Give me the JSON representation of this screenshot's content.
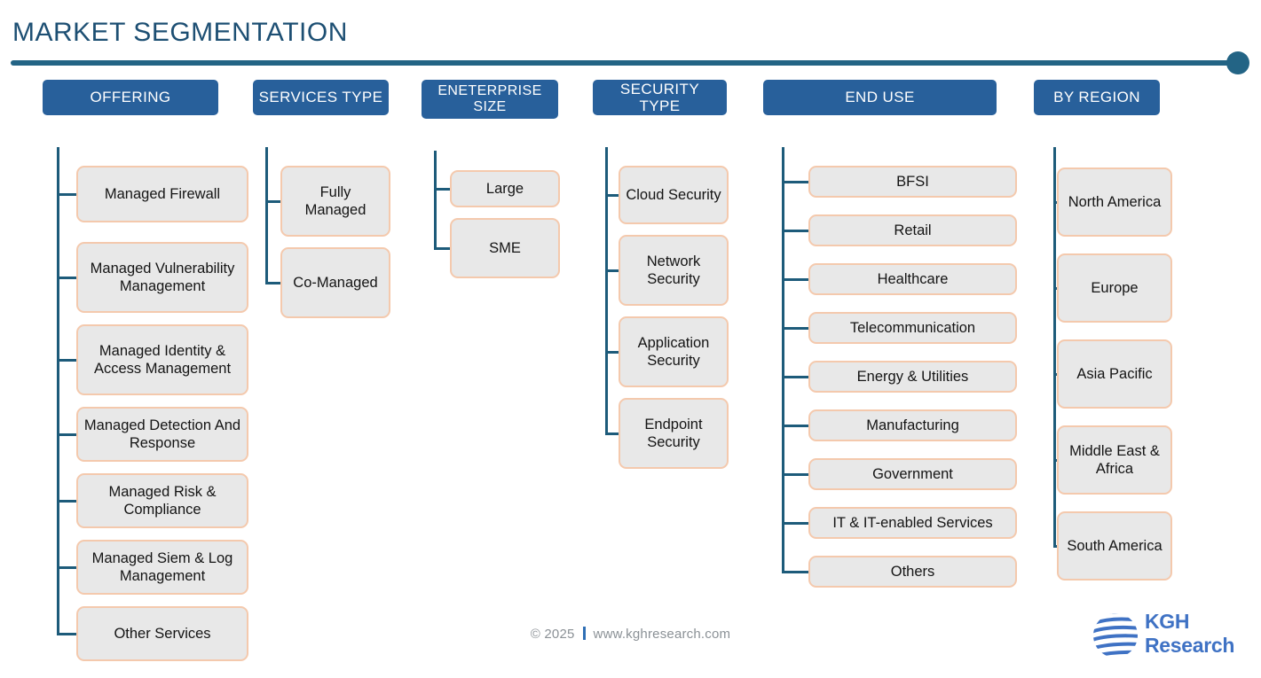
{
  "page": {
    "title": "MARKET SEGMENTATION"
  },
  "theme": {
    "header_blue": "#28609b",
    "rule_blue": "#236485",
    "node_fill": "#e8e8e8",
    "node_border": "#f4c9ad",
    "connector": "#1d5b7a",
    "logo_blue": "#3f72c4",
    "title_color": "#1d4f73"
  },
  "columns": [
    {
      "header": "OFFERING",
      "items": [
        "Managed Firewall",
        "Managed Vulnerability Management",
        "Managed Identity & Access Management",
        "Managed Detection And Response",
        "Managed Risk & Compliance",
        "Managed Siem & Log Management",
        "Other Services"
      ]
    },
    {
      "header": "SERVICES TYPE",
      "items": [
        "Fully Managed",
        "Co-Managed"
      ]
    },
    {
      "header": "ENETERPRISE SIZE",
      "items": [
        "Large",
        "SME"
      ]
    },
    {
      "header": "SECURITY TYPE",
      "items": [
        "Cloud Security",
        "Network Security",
        "Application Security",
        "Endpoint Security"
      ]
    },
    {
      "header": "END USE",
      "items": [
        "BFSI",
        "Retail",
        "Healthcare",
        "Telecommunication",
        "Energy & Utilities",
        "Manufacturing",
        "Government",
        "IT & IT-enabled Services",
        "Others"
      ]
    },
    {
      "header": "BY  REGION",
      "items": [
        "North America",
        "Europe",
        "Asia Pacific",
        "Middle East & Africa",
        "South America"
      ]
    }
  ],
  "footer": {
    "copyright": "© 2025",
    "website": "www.kghresearch.com"
  },
  "logo": {
    "line1": "KGH",
    "line2": "Research"
  }
}
